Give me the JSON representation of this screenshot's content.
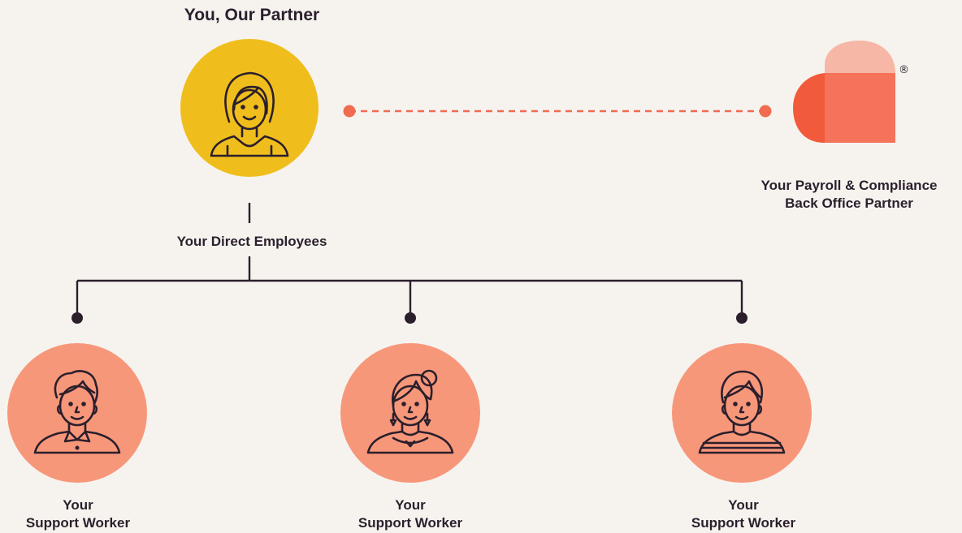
{
  "partner": {
    "title": "You, Our Partner",
    "icon": "woman-avatar-icon",
    "circle_color": "#f0be1c"
  },
  "back_office": {
    "label_line1": "Your Payroll & Compliance",
    "label_line2": "Back Office Partner",
    "logo": "heart-logo-icon",
    "trademark": "®",
    "colors": [
      "#f25a3c",
      "#f4735a",
      "#f7b7a6"
    ]
  },
  "connector": {
    "dash_color": "#f06b50"
  },
  "direct_employees": {
    "label": "Your Direct Employees"
  },
  "workers": [
    {
      "line1": "Your",
      "line2": "Support Worker",
      "icon": "man-avatar-icon"
    },
    {
      "line1": "Your",
      "line2": "Support Worker",
      "icon": "woman-bun-avatar-icon"
    },
    {
      "line1": "Your",
      "line2": "Support Worker",
      "icon": "man-striped-shirt-avatar-icon"
    }
  ],
  "worker_circle_color": "#f7977a"
}
